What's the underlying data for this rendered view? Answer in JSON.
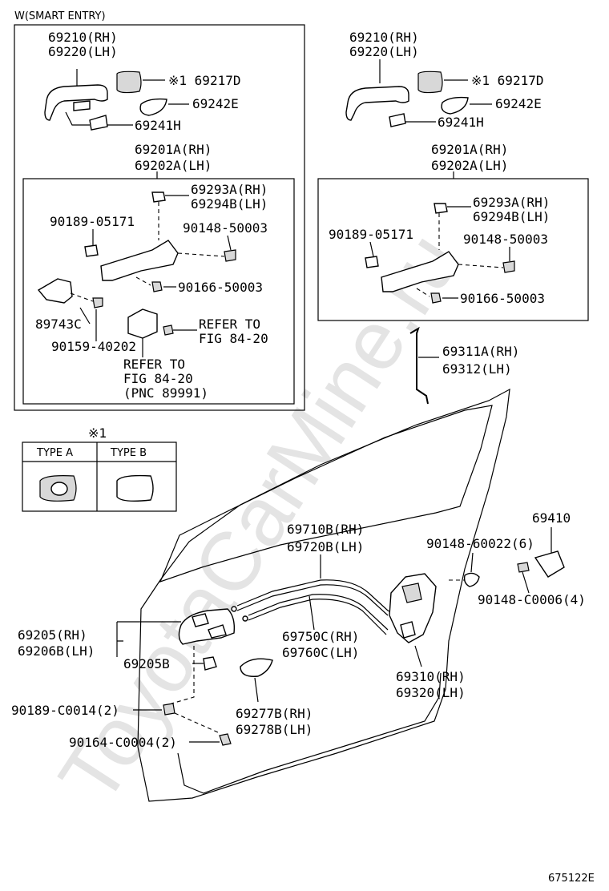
{
  "watermark": "ToyotaCarMine.ru",
  "diagram_id": "675122E",
  "smart_entry": {
    "caption": "W(SMART ENTRY)",
    "handle_rh": "69210(RH)",
    "handle_lh": "69220(LH)",
    "cap": "※1 69217D",
    "pad": "69242E",
    "cover": "69241H",
    "frame_rh": "69201A(RH)",
    "frame_lh": "69202A(LH)",
    "clip_rh": "69293A(RH)",
    "clip_lh": "69294B(LH)",
    "screw": "90189-05171",
    "bolt1": "90148-50003",
    "bolt2": "90166-50003",
    "sensor": "89743C",
    "bolt3": "90159-40202",
    "refer1_a": "REFER TO",
    "refer1_b": "FIG 84-20",
    "refer2_a": "REFER TO",
    "refer2_b": "FIG 84-20",
    "refer2_c": "(PNC 89991)"
  },
  "standard": {
    "handle_rh": "69210(RH)",
    "handle_lh": "69220(LH)",
    "cap": "※1 69217D",
    "pad": "69242E",
    "cover": "69241H",
    "frame_rh": "69201A(RH)",
    "frame_lh": "69202A(LH)",
    "clip_rh": "69293A(RH)",
    "clip_lh": "69294B(LH)",
    "screw": "90189-05171",
    "bolt1": "90148-50003",
    "bolt2": "90166-50003"
  },
  "rod": {
    "rh": "69311A(RH)",
    "lh": "69312(LH)"
  },
  "legend": {
    "mark": "※1",
    "type_a": "TYPE A",
    "type_b": "TYPE B"
  },
  "lower": {
    "striker": "69410",
    "striker_bolt1": "90148-60022(6)",
    "striker_bolt2": "90148-C0006(4)",
    "cable1_rh": "69710B(RH)",
    "cable1_lh": "69720B(LH)",
    "cable2_rh": "69750C(RH)",
    "cable2_lh": "69760C(LH)",
    "inner_handle_rh": "69205(RH)",
    "inner_handle_lh": "69206B(LH)",
    "inner_bracket": "69205B",
    "clip": "90189-C0014(2)",
    "screw": "90164-C0004(2)",
    "bezel_rh": "69277B(RH)",
    "bezel_lh": "69278B(LH)",
    "lock_rh": "69310(RH)",
    "lock_lh": "69320(LH)"
  }
}
